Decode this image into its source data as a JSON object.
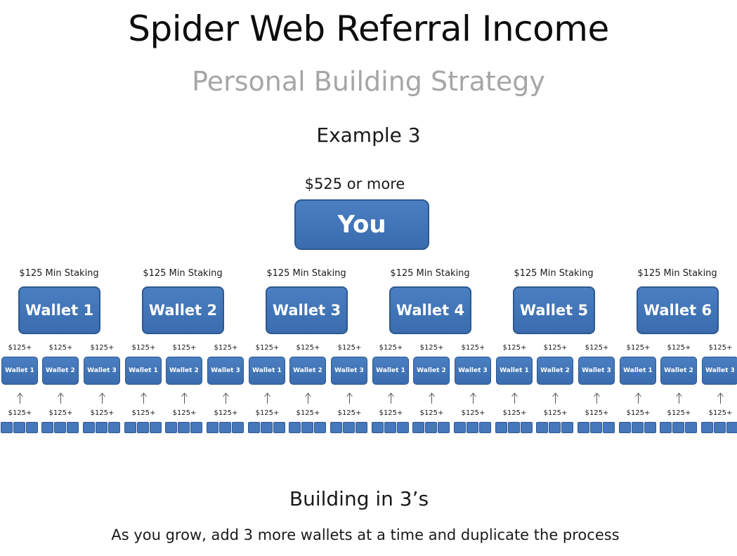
{
  "title": "Spider Web Referral Income",
  "subtitle": "Personal Building Strategy",
  "example": "Example 3",
  "you": {
    "amount": "$525 or more",
    "label": "You"
  },
  "wallets": [
    {
      "min": "$125 Min Staking",
      "label": "Wallet 1"
    },
    {
      "min": "$125 Min Staking",
      "label": "Wallet 2"
    },
    {
      "min": "$125 Min Staking",
      "label": "Wallet 3"
    },
    {
      "min": "$125 Min Staking",
      "label": "Wallet 4"
    },
    {
      "min": "$125 Min Staking",
      "label": "Wallet 5"
    },
    {
      "min": "$125 Min Staking",
      "label": "Wallet 6"
    }
  ],
  "sub_wallets": {
    "price": "$125+",
    "labels": [
      "Wallet 1",
      "Wallet 2",
      "Wallet 3"
    ],
    "arrow": "↑"
  },
  "bottom_price": "$125+",
  "footer": {
    "title": "Building in 3’s",
    "text": "As you grow, add 3 more wallets at a time and duplicate the process"
  },
  "colors": {
    "box_fill": "#4677bb",
    "box_border": "#2d5891",
    "subtitle": "#a6a6a6"
  }
}
